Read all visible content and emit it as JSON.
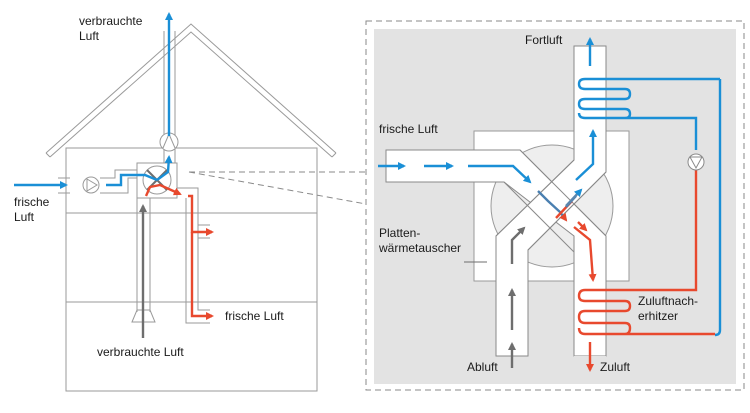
{
  "colors": {
    "fresh_air": "#1a8fd6",
    "warm_air": "#e8492e",
    "exhaust_air": "#6e6e6e",
    "structure": "#9a9a9a",
    "detail_bg": "#e3e3e3"
  },
  "house": {
    "label_top_line1": "verbrauchte",
    "label_top_line2": "Luft",
    "label_left_line1": "frische",
    "label_left_line2": "Luft",
    "label_right": "frische Luft",
    "label_bottom": "verbrauchte Luft"
  },
  "detail": {
    "label_fortluft": "Fortluft",
    "label_frische_luft": "frische Luft",
    "label_exchanger_line1": "Platten-",
    "label_exchanger_line2": "wärmetauscher",
    "label_heater_line1": "Zuluftnach-",
    "label_heater_line2": "erhitzer",
    "label_abluft": "Abluft",
    "label_zuluft": "Zuluft"
  },
  "icons": [
    "pump-icon",
    "fan-icon",
    "heat-exchanger-icon",
    "arrow-icon"
  ]
}
